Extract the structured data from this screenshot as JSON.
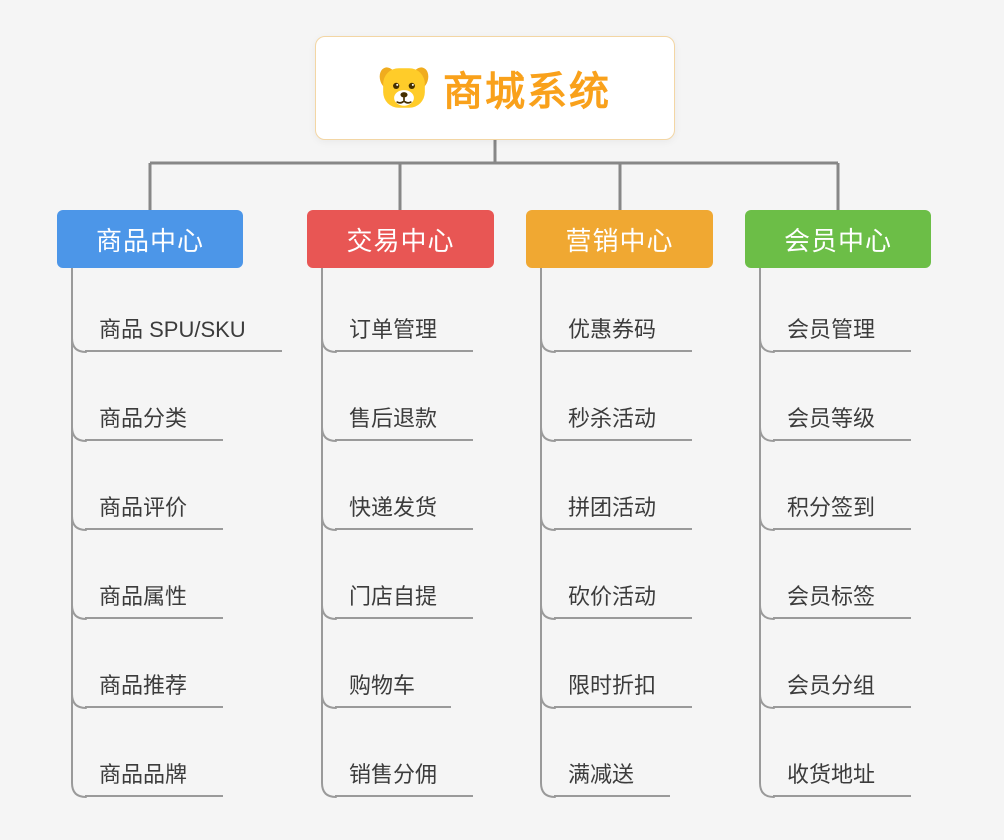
{
  "root": {
    "title": "商城系统",
    "icon": "dog-icon",
    "title_color": "#F9A11B",
    "border_color": "#F3D6A4"
  },
  "connector_color": "#9A9A9A",
  "branches": [
    {
      "label": "商品中心",
      "color": "#4C96E8",
      "items": [
        "商品 SPU/SKU",
        "商品分类",
        "商品评价",
        "商品属性",
        "商品推荐",
        "商品品牌"
      ]
    },
    {
      "label": "交易中心",
      "color": "#E85654",
      "items": [
        "订单管理",
        "售后退款",
        "快递发货",
        "门店自提",
        "购物车",
        "销售分佣"
      ]
    },
    {
      "label": "营销中心",
      "color": "#F0A832",
      "items": [
        "优惠券码",
        "秒杀活动",
        "拼团活动",
        "砍价活动",
        "限时折扣",
        "满减送"
      ]
    },
    {
      "label": "会员中心",
      "color": "#6CBE47",
      "items": [
        "会员管理",
        "会员等级",
        "积分签到",
        "会员标签",
        "会员分组",
        "收货地址"
      ]
    }
  ]
}
